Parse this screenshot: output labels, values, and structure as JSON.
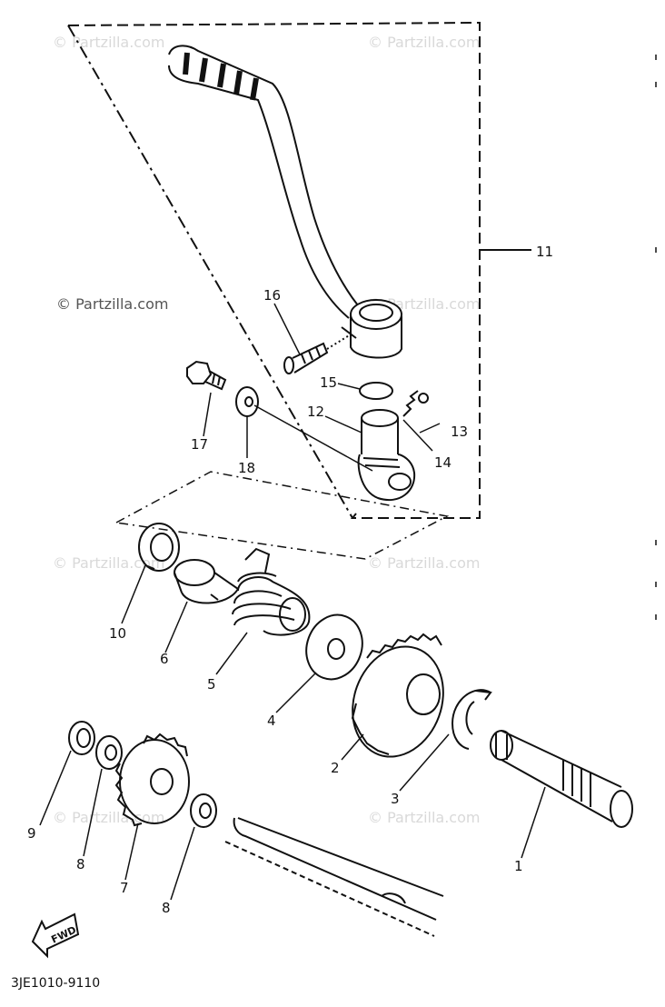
{
  "diagram": {
    "part_numbers": [
      "1",
      "2",
      "3",
      "4",
      "5",
      "6",
      "7",
      "8",
      "8",
      "9",
      "10",
      "11",
      "12",
      "13",
      "14",
      "15",
      "16",
      "17",
      "18"
    ],
    "diagram_code": "3JE1010-9110",
    "fwd_label": "FWD",
    "watermark": "© Partzilla.com"
  },
  "colors": {
    "ink": "#111111",
    "watermark": "#d9d9d9",
    "background": "#ffffff"
  }
}
